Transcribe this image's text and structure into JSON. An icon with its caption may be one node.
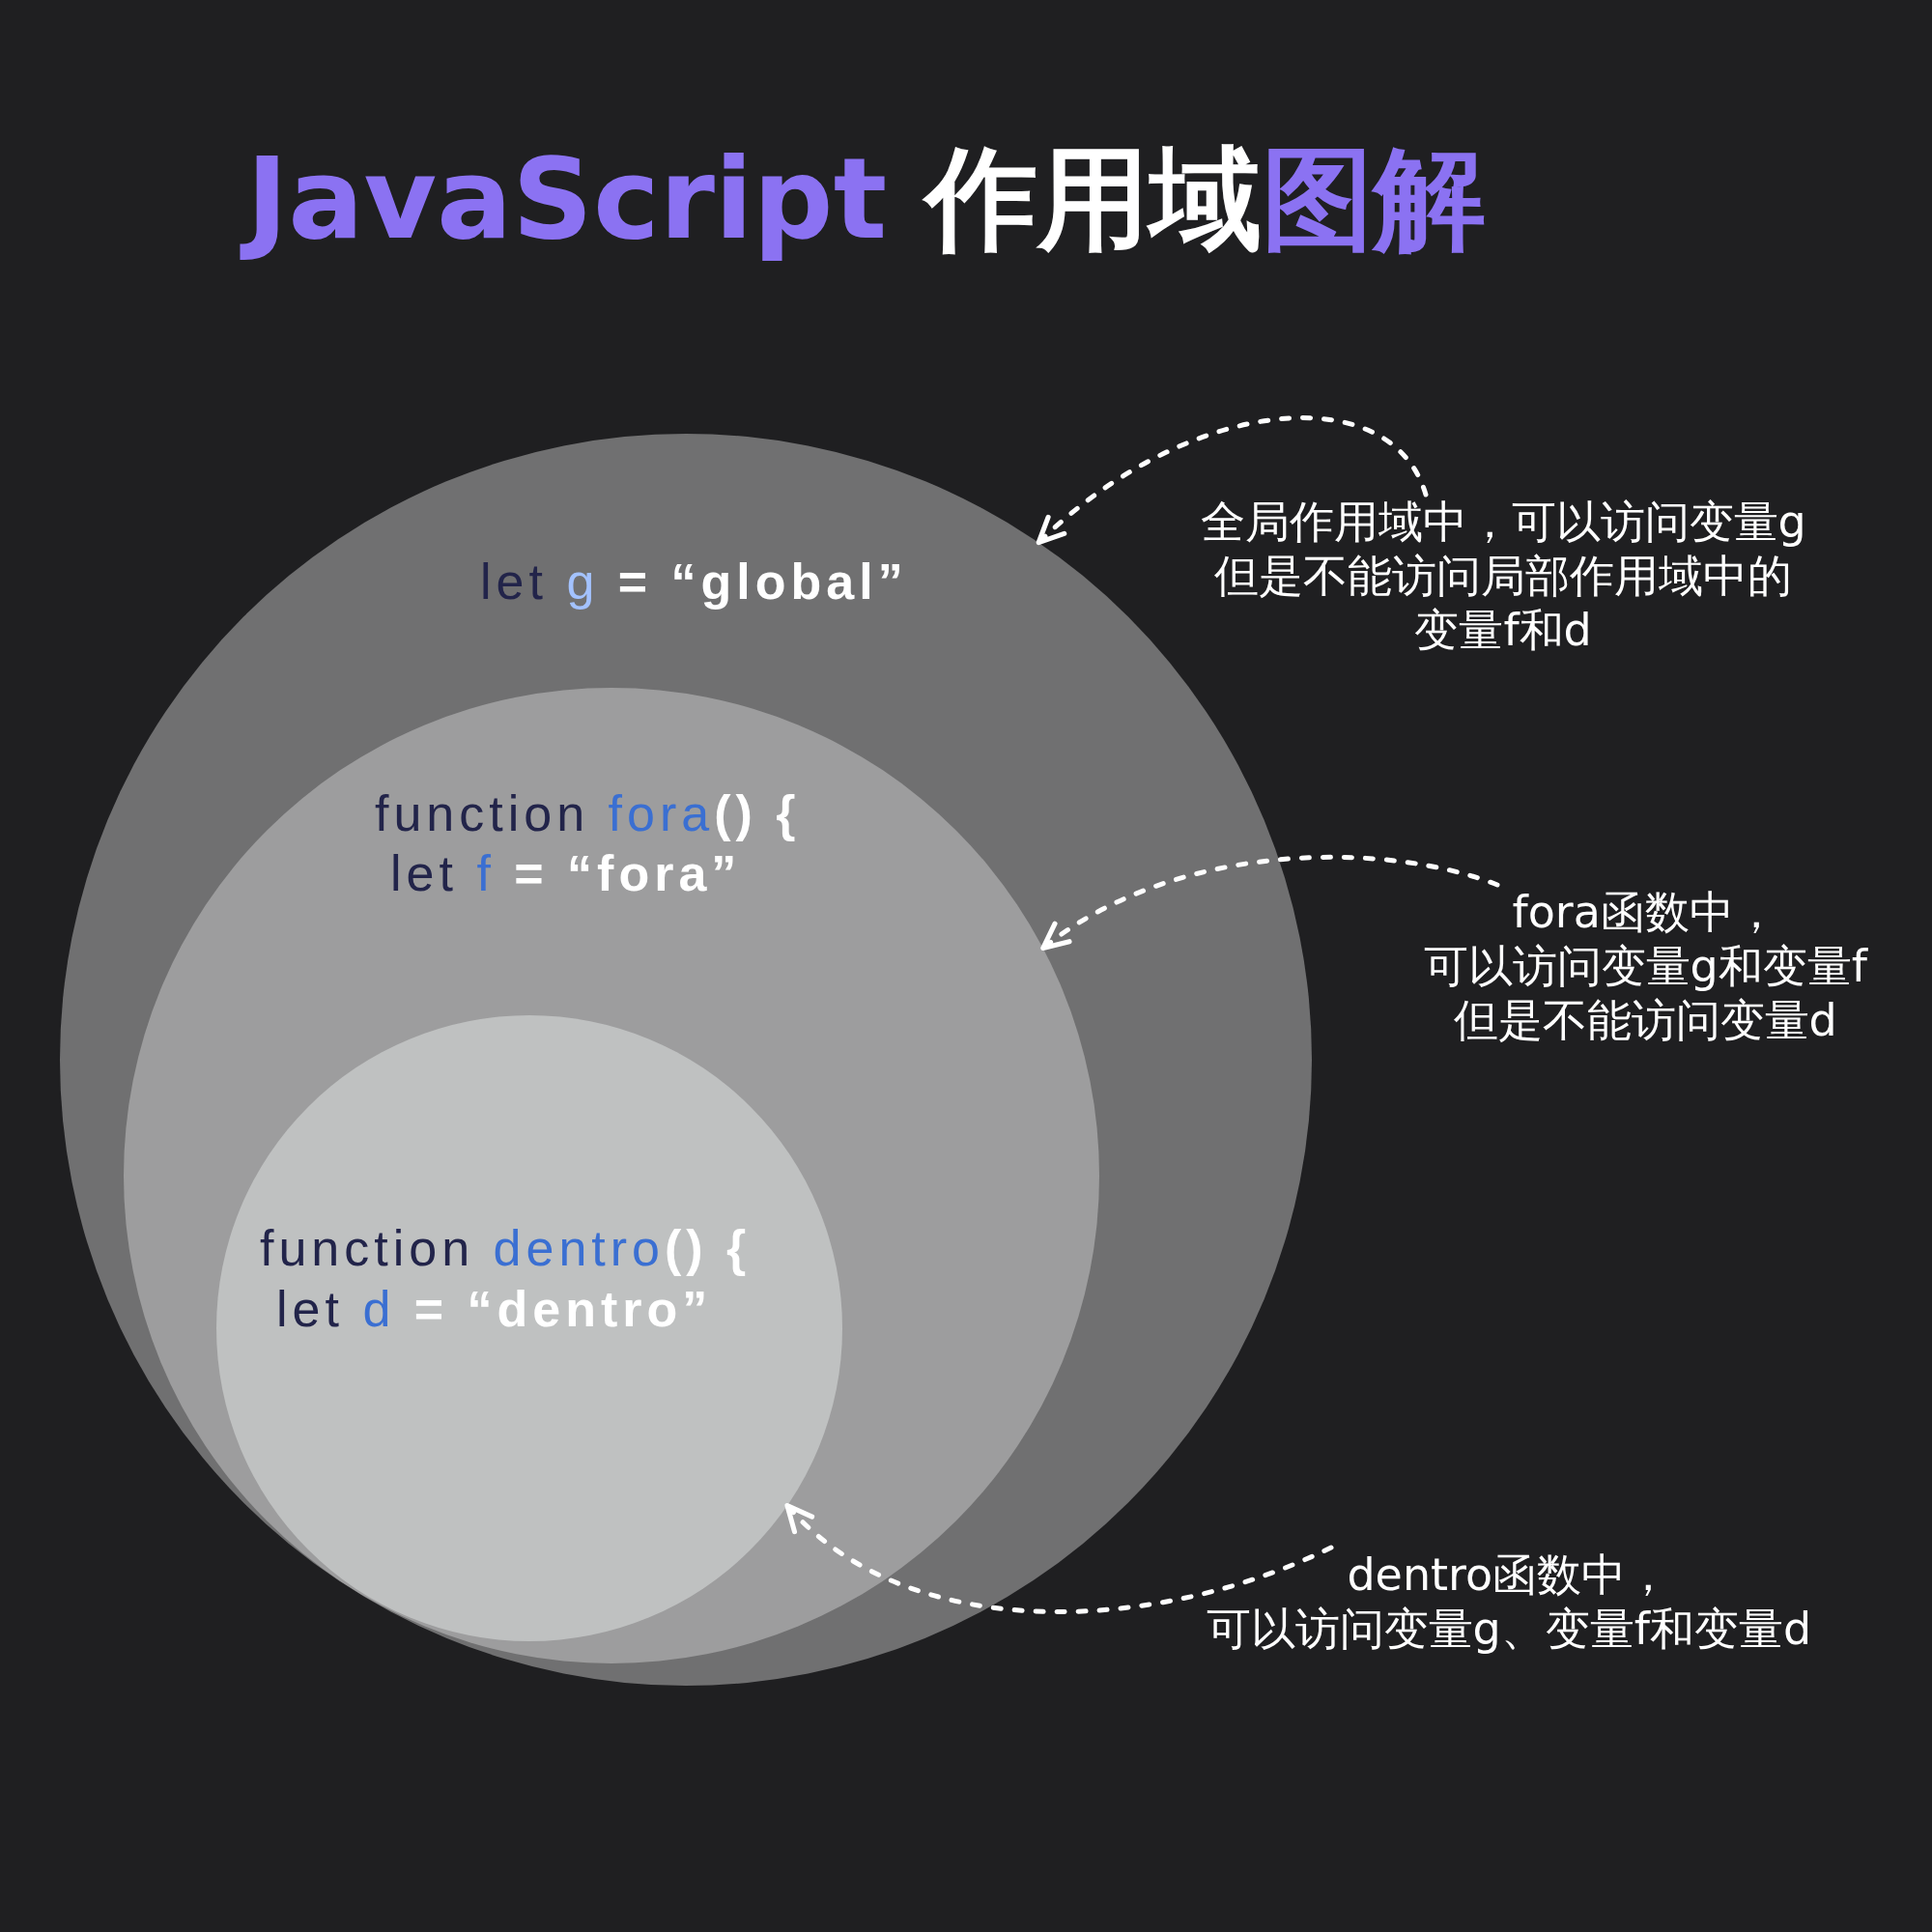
{
  "diagram": {
    "title": "**JavaScript** 作用域**图解**",
    "nodes": [
      {
        "text": [
          "let g = “global”"
        ]
      },
      {
        "text": [
          "function fora() {",
          "let f = “fora”"
        ],
        "in": 0
      },
      {
        "text": [
          "function dentro() {",
          "let d = “dentro”"
        ],
        "in": 1
      },
      {
        "text": [
          "全局作用域中，可以访问变量g但是不能访问局部作用域中的变量f和d"
        ]
      },
      {
        "text": [
          "fora函数中，可以访问变量g和变量f但是不能访问变量d"
        ]
      },
      {
        "text": [
          "dentro函数中，可以访问变量g、变量f和变量d"
        ]
      }
    ],
    "edges": [
      {
        "from": 3,
        "to": 0,
        "arrow": "to",
        "style": "dashed"
      },
      {
        "from": 4,
        "to": 1,
        "arrow": "to",
        "style": "dashed"
      },
      {
        "from": 5,
        "to": 2,
        "arrow": "to",
        "style": "dashed"
      }
    ]
  }
}
